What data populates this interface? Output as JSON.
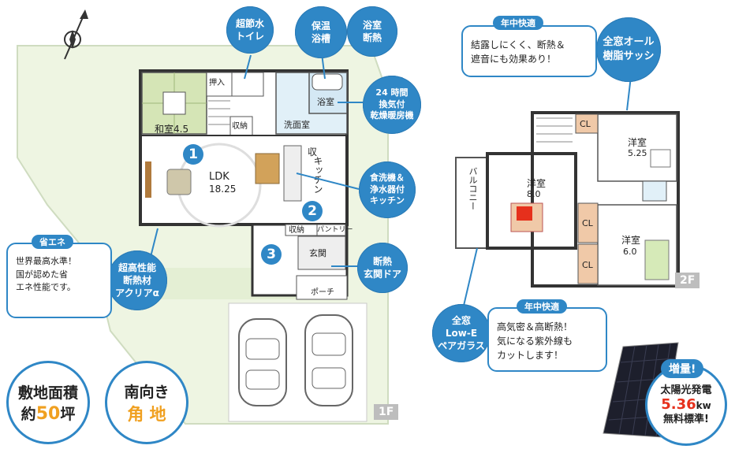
{
  "floor1": {
    "label": "1F",
    "rooms": {
      "washitsu": "和室4.5",
      "oshiire": "押入",
      "shuno1": "収納",
      "senmenjo": "洗面室",
      "yokushitsu": "浴室",
      "ldk_name": "LDK",
      "ldk_size": "18.25",
      "kitchen": "キッチン",
      "shu": "収",
      "shuno2": "収納",
      "pantry": "パントリー",
      "genkan": "玄関",
      "porch": "ポーチ"
    },
    "numbers": [
      "1",
      "2",
      "3"
    ]
  },
  "floor2": {
    "label": "2F",
    "rooms": {
      "yoshitsu_a_name": "洋室",
      "yoshitsu_a_size": "8.0",
      "yoshitsu_b_name": "洋室",
      "yoshitsu_b_size": "5.25",
      "yoshitsu_c_name": "洋室",
      "yoshitsu_c_size": "6.0",
      "cl1": "CL",
      "cl2": "CL",
      "cl3": "CL",
      "balcony": "バルコニー"
    }
  },
  "bubbles": {
    "toilet": "超節水\nトイレ",
    "yokuso": "保温\n浴槽",
    "yokushitsu_dannetsu": "浴室\n断熱",
    "kansou": "24 時間\n換気付\n乾燥暖房機",
    "kitchen": "食洗機＆\n浄水器付\nキッチン",
    "door": "断熱\n玄関ドア",
    "insulation": "超高性能\n断熱材\nアクリアα",
    "sash": "全窓オール\n樹脂サッシ",
    "glass": "全窓\nLow-E\nペアガラス"
  },
  "callouts": {
    "shoene_tag": "省エネ",
    "shoene_text": "世界最高水準！\n国が認めた省\nエネ性能です。",
    "nenju1_tag": "年中快適",
    "nenju1_text": "結露しにくく、断熱＆\n遮音にも効果あり！",
    "nenju2_tag": "年中快適",
    "nenju2_text": "高気密＆高断熱！\n気になる紫外線も\nカットします！"
  },
  "badges": {
    "site_line1": "敷地面積",
    "site_pre": "約",
    "site_num": "50",
    "site_unit": "坪",
    "south_line1": "南向き",
    "south_line2": "角 地"
  },
  "solar": {
    "tag": "増量!",
    "line1": "太陽光発電",
    "value": "5.36",
    "unit": "kw",
    "line3": "無料標準!"
  },
  "colors": {
    "accent": "#2f87c6",
    "orange": "#f0a020",
    "red": "#e6301c",
    "lawn": "#eef5e2"
  }
}
